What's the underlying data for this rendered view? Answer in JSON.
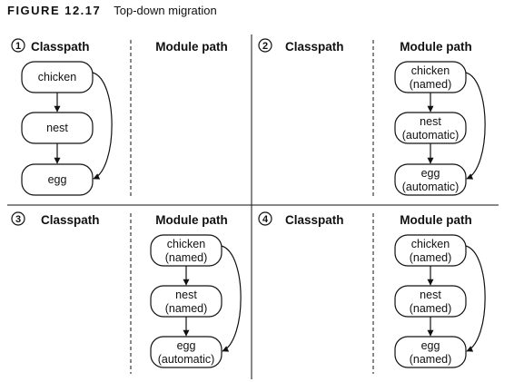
{
  "figure": {
    "label": "FIGURE 12.17",
    "caption": "Top-down migration"
  },
  "columns": {
    "classpath": "Classpath",
    "module_path": "Module path"
  },
  "panels": [
    {
      "number": "1",
      "nodes": [
        {
          "line1": "chicken",
          "line2": ""
        },
        {
          "line1": "nest",
          "line2": ""
        },
        {
          "line1": "egg",
          "line2": ""
        }
      ]
    },
    {
      "number": "2",
      "nodes": [
        {
          "line1": "chicken",
          "line2": "(named)"
        },
        {
          "line1": "nest",
          "line2": "(automatic)"
        },
        {
          "line1": "egg",
          "line2": "(automatic)"
        }
      ]
    },
    {
      "number": "3",
      "nodes": [
        {
          "line1": "chicken",
          "line2": "(named)"
        },
        {
          "line1": "nest",
          "line2": "(named)"
        },
        {
          "line1": "egg",
          "line2": "(automatic)"
        }
      ]
    },
    {
      "number": "4",
      "nodes": [
        {
          "line1": "chicken",
          "line2": "(named)"
        },
        {
          "line1": "nest",
          "line2": "(named)"
        },
        {
          "line1": "egg",
          "line2": "(named)"
        }
      ]
    }
  ]
}
